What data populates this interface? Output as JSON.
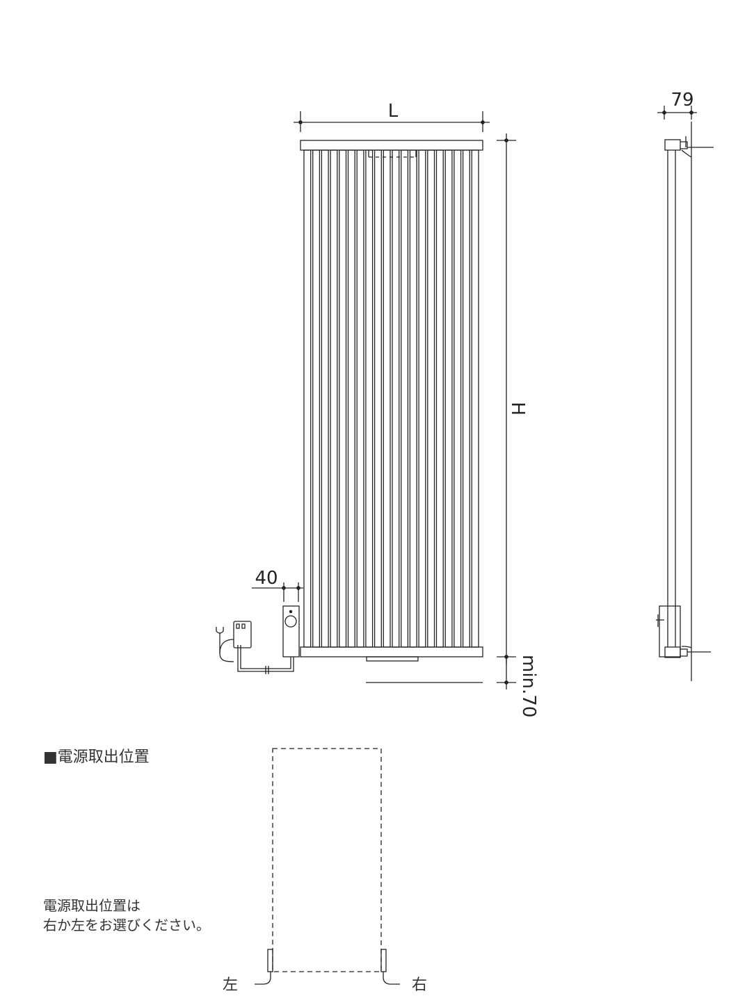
{
  "dimensions": {
    "width_label": "L",
    "height_label": "H",
    "depth_label": "79",
    "control_offset_label": "40",
    "floor_clearance_label": "min.70"
  },
  "power_section": {
    "heading": "■電源取出位置",
    "note_line1": "電源取出位置は",
    "note_line2": "右か左をお選びください。",
    "left_label": "左",
    "right_label": "右"
  },
  "radiator": {
    "tube_count": 20
  },
  "colors": {
    "line": "#222222",
    "text": "#333333"
  }
}
